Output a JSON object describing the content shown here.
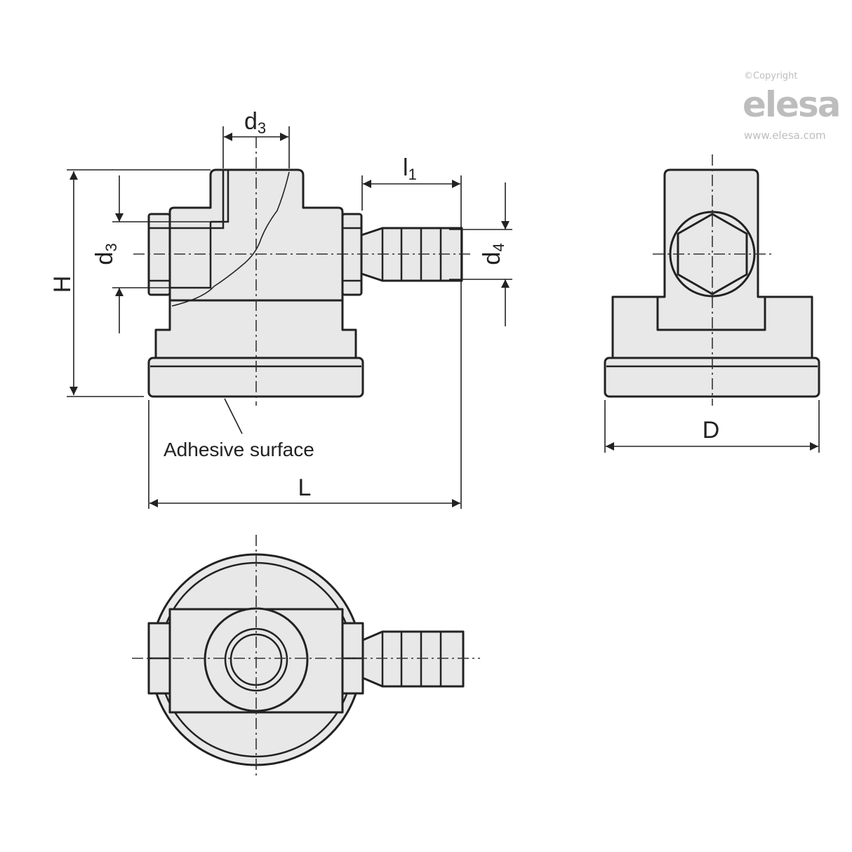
{
  "watermark": {
    "copyright": "©Copyright",
    "brand": "elesa",
    "url": "www.elesa.com"
  },
  "dimensions": {
    "d3_top": {
      "main": "d",
      "sub": "3"
    },
    "d3_left": {
      "main": "d",
      "sub": "3"
    },
    "l1": {
      "main": "l",
      "sub": "1"
    },
    "d4": {
      "main": "d",
      "sub": "4"
    },
    "H": "H",
    "L": "L",
    "D": "D"
  },
  "labels": {
    "adhesive_surface": "Adhesive surface"
  },
  "colors": {
    "part_fill": "#e8e8e8",
    "line": "#222222",
    "watermark": "#bdbdbd"
  }
}
